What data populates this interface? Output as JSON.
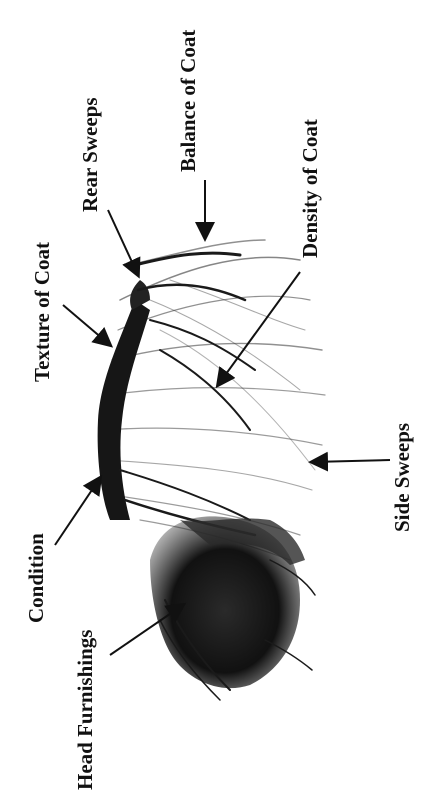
{
  "labels": {
    "balance": "Balance of Coat",
    "rear_sweeps": "Rear Sweeps",
    "density": "Density of Coat",
    "texture": "Texture of Coat",
    "side_sweeps": "Side Sweeps",
    "condition": "Condition",
    "head_furnishings": "Head Furnishings"
  },
  "colors": {
    "ink": "#111111",
    "coat_dark": "#1a1a1a",
    "coat_mid": "#555555"
  },
  "icons": [
    "coat-illustration",
    "arrow"
  ]
}
